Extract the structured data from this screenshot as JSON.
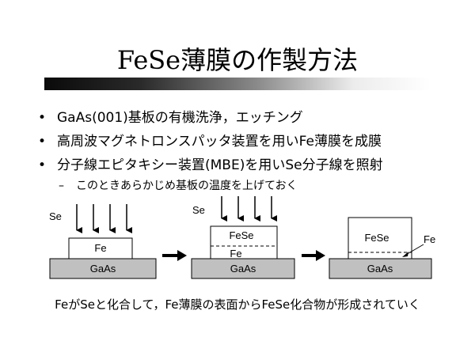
{
  "slide": {
    "title": "FeSe薄膜の作製方法",
    "bullets": [
      "GaAs(001)基板の有機洗浄，エッチング",
      "高周波マグネトロンスパッタ装置を用いFe薄膜を成膜",
      "分子線エピタキシー装置(MBE)を用いSe分子線を照射"
    ],
    "sub_bullet": "このときあらかじめ基板の温度を上げておく",
    "bullet_marker": "•",
    "sub_marker": "–"
  },
  "diagram": {
    "stage1": {
      "beam_label": "Se",
      "film_label": "Fe",
      "substrate_label": "GaAs"
    },
    "stage2": {
      "beam_label": "Se",
      "top_label": "FeSe",
      "bottom_label": "Fe",
      "substrate_label": "GaAs"
    },
    "stage3": {
      "film_label": "FeSe",
      "side_label": "Fe",
      "substrate_label": "GaAs"
    }
  },
  "caption": "FeがSeと化合して，Fe薄膜の表面からFeSe化合物が形成されていく"
}
